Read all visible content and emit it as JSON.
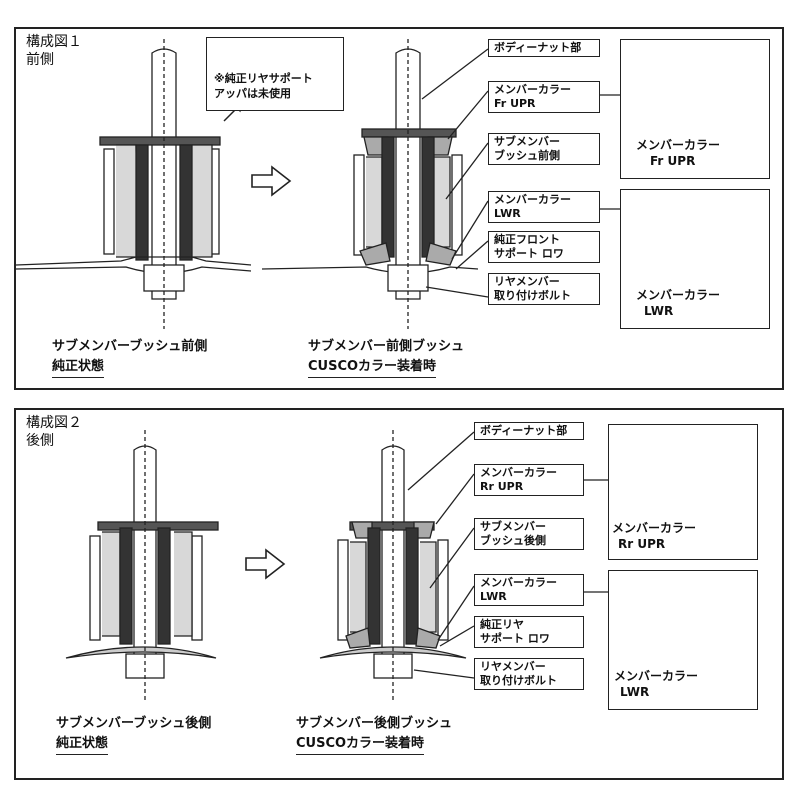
{
  "panel1": {
    "title": "構成図１",
    "side": "前側",
    "note": {
      "line1": "※純正リヤサポート",
      "line2": "アッパは未使用"
    },
    "labels": [
      {
        "l1": "ボディーナット部",
        "l2": ""
      },
      {
        "l1": "メンバーカラー",
        "l2": "Fr UPR"
      },
      {
        "l1": "サブメンバー",
        "l2": "ブッシュ前側"
      },
      {
        "l1": "メンバーカラー",
        "l2": "LWR"
      },
      {
        "l1": "純正フロント",
        "l2": "サポート ロワ"
      },
      {
        "l1": "リヤメンバー",
        "l2": "取り付けボルト"
      }
    ],
    "part_upper": {
      "l1": "メンバーカラー",
      "l2": "Fr UPR"
    },
    "part_lower": {
      "l1": "メンバーカラー",
      "l2": "LWR"
    },
    "caption_left": {
      "l1": "サブメンバーブッシュ前側",
      "l2": "純正状態"
    },
    "caption_right": {
      "l1": "サブメンバー前側ブッシュ",
      "l2": "CUSCOカラー装着時"
    }
  },
  "panel2": {
    "title": "構成図２",
    "side": "後側",
    "labels": [
      {
        "l1": "ボディーナット部",
        "l2": ""
      },
      {
        "l1": "メンバーカラー",
        "l2": "Rr UPR"
      },
      {
        "l1": "サブメンバー",
        "l2": "ブッシュ後側"
      },
      {
        "l1": "メンバーカラー",
        "l2": "LWR"
      },
      {
        "l1": "純正リヤ",
        "l2": "サポート ロワ"
      },
      {
        "l1": "リヤメンバー",
        "l2": "取り付けボルト"
      }
    ],
    "part_upper": {
      "l1": "メンバーカラー",
      "l2": "Rr UPR"
    },
    "part_lower": {
      "l1": "メンバーカラー",
      "l2": "LWR"
    },
    "caption_left": {
      "l1": "サブメンバーブッシュ後側",
      "l2": "純正状態"
    },
    "caption_right": {
      "l1": "サブメンバー後側ブッシュ",
      "l2": "CUSCOカラー装着時"
    }
  }
}
